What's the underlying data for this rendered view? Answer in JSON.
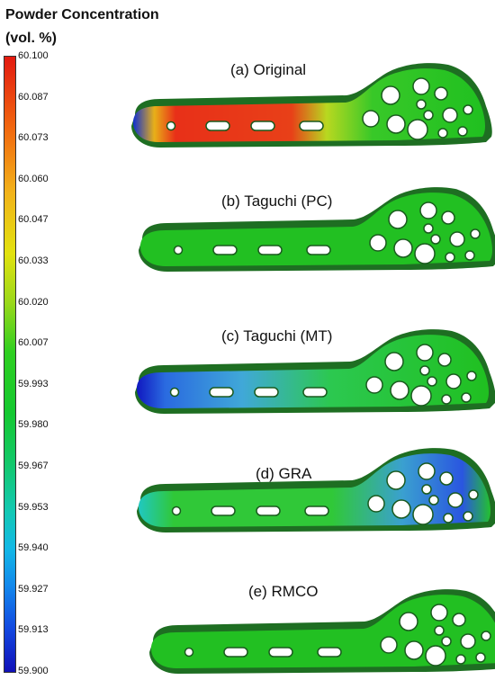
{
  "legend": {
    "title_line1": "Powder Concentration",
    "title_line2": "(vol. %)",
    "ticks": [
      "60.100",
      "60.087",
      "60.073",
      "60.060",
      "60.047",
      "60.033",
      "60.020",
      "60.007",
      "59.993",
      "59.980",
      "59.967",
      "59.953",
      "59.940",
      "59.927",
      "59.913",
      "59.900"
    ]
  },
  "panels": [
    {
      "label": "(a) Original"
    },
    {
      "label": "(b) Taguchi (PC)"
    },
    {
      "label": "(c) Taguchi (MT)"
    },
    {
      "label": "(d) GRA"
    },
    {
      "label": "(e) RMCO"
    }
  ]
}
